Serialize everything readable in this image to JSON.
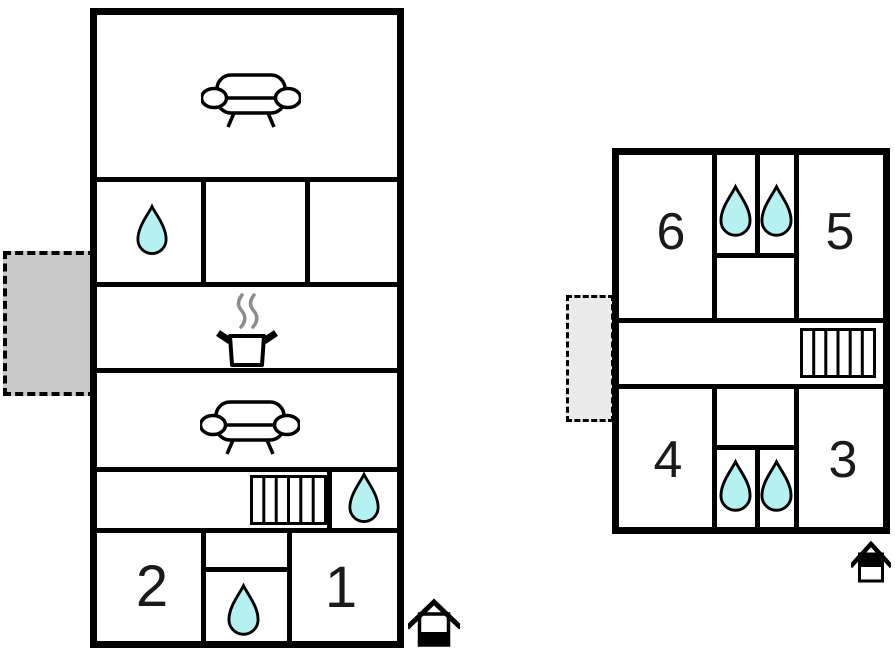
{
  "building_left": {
    "room_labels": {
      "room2": "2",
      "room1": "1"
    }
  },
  "building_right": {
    "room_labels": {
      "room6": "6",
      "room5": "5",
      "room4": "4",
      "room3": "3"
    }
  },
  "icons": {
    "sofa": "sofa-icon",
    "water_drop": "water-drop-icon",
    "steam_pot": "cooking-pot-icon",
    "stairs": "stairs-icon",
    "entrance": "house-entrance-icon"
  },
  "colors": {
    "wall": "#000000",
    "water_drop_fill": "#b4f1f0",
    "steam": "#8c8c8c",
    "terrace_left_fill": "#c9c9c9",
    "terrace_right_fill": "#eaeaea"
  }
}
